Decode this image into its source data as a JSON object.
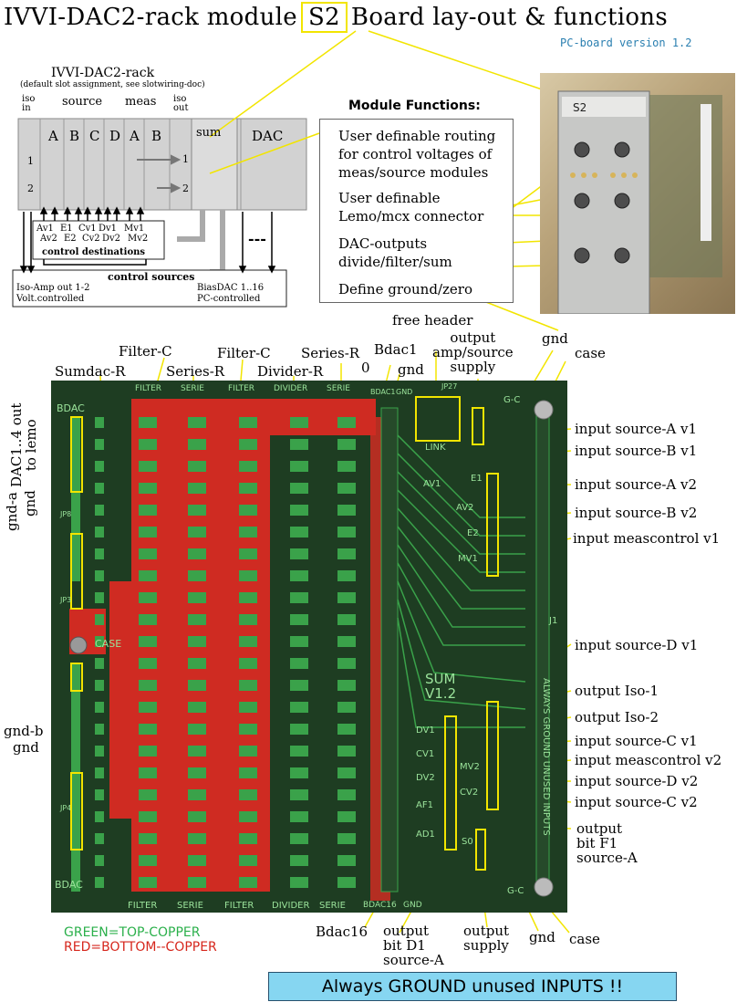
{
  "title": {
    "pre": "IVVI-DAC2-rack module",
    "badge": "S2",
    "post": "Board lay-out & functions"
  },
  "pc_version": "PC-board version 1.2",
  "rack": {
    "heading": "IVVI-DAC2-rack",
    "subheading": "(default slot assignment, see slotwiring-doc)",
    "iso_in": "iso\nin",
    "source": "source",
    "meas": "meas",
    "iso_out": "iso\nout",
    "slots": [
      "A",
      "B",
      "C",
      "D",
      "A",
      "B"
    ],
    "sum": "sum",
    "dac": "DAC",
    "row1": "1",
    "row2": "2",
    "out1": "1",
    "out2": "2",
    "destinations": {
      "cols": [
        [
          "Av1",
          "Av2"
        ],
        [
          "E1",
          "E2"
        ],
        [
          "Cv1",
          "Cv2"
        ],
        [
          "Dv1",
          "Dv2"
        ],
        [
          "Mv1",
          "Mv2"
        ]
      ],
      "label": "control destinations"
    },
    "sources": {
      "label": "control sources",
      "left1": "Iso-Amp out 1-2",
      "left2": "Volt.controlled",
      "right1": "BiasDAC 1..16",
      "right2": "PC-controlled",
      "dash": "---"
    }
  },
  "functions": {
    "heading": "Module Functions:",
    "items": [
      "User definable routing for control voltages of meas/source modules",
      "User definable Lemo/mcx connector",
      "DAC-outputs divide/filter/sum",
      "Define ground/zero"
    ]
  },
  "labels": {
    "free_header": "free header",
    "output_amp": "output\namp/source\nsupply",
    "gnd_top": "gnd",
    "case_top": "case",
    "filter_c1": "Filter-C",
    "filter_c2": "Filter-C",
    "series_r1": "Series-R",
    "sumdac_r": "Sumdac-R",
    "series_r2": "Series-R",
    "divider_r": "Divider-R",
    "bdac1": "Bdac1",
    "zero": "0",
    "gnd_mid": "gnd",
    "dac_out": "DAC1..4 out\nto lemo",
    "gnd_a": "gnd-a",
    "gnd_a2": "gnd",
    "gnd_b": "gnd-b",
    "gnd_b2": "gnd",
    "bdac16": "Bdac16",
    "bit_d1": "output\nbit D1\nsource-A",
    "out_supply": "output\nsupply",
    "gnd_bot": "gnd",
    "case_bot": "case"
  },
  "right_labels": [
    "input  source-A v1",
    "input  source-B v1",
    "input  source-A v2",
    "input  source-B v2",
    "input  meascontrol v1",
    "input   source-D v1",
    "output Iso-1",
    "output Iso-2",
    "input   source-C v1",
    "input  meascontrol v2",
    "input   source-D v2",
    "input   source-C v2",
    "output\nbit F1\nsource-A"
  ],
  "board": {
    "top_strip": [
      "FILTER",
      "SERIE",
      "FILTER",
      "DIVIDER",
      "SERIE",
      "BDAC1",
      "GND",
      "JP27"
    ],
    "bottom_strip": [
      "FILTER",
      "SERIE",
      "FILTER",
      "DIVIDER",
      "SERIE",
      "BDAC16",
      "GND"
    ],
    "bdac_top": "BDAC",
    "bdac_bot": "BDAC",
    "case": "CASE",
    "sum": "SUM",
    "version": "V1.2",
    "link": "LINK",
    "jp_left": [
      "JP8",
      "JP3",
      "JP4"
    ],
    "jumper_labels": [
      "AV1",
      "E1",
      "AV2",
      "E2",
      "MV1",
      "DV1",
      "CV1",
      "DV2",
      "AF1",
      "AD1",
      "MV2",
      "CV2",
      "S0",
      "J1"
    ],
    "vertical_text": "ALWAYS GROUND UNUSED INPUTS",
    "gc": "G-C"
  },
  "legend": {
    "green": "GREEN=TOP-COPPER",
    "red": "RED=BOTTOM--COPPER"
  },
  "notice": "Always GROUND unused INPUTS !!",
  "colors": {
    "board": "#1e3d22",
    "top_copper": "#3aa24a",
    "bottom_copper": "#cf2b22",
    "highlight": "#f2e500",
    "notice_bg": "#86d6f1"
  }
}
